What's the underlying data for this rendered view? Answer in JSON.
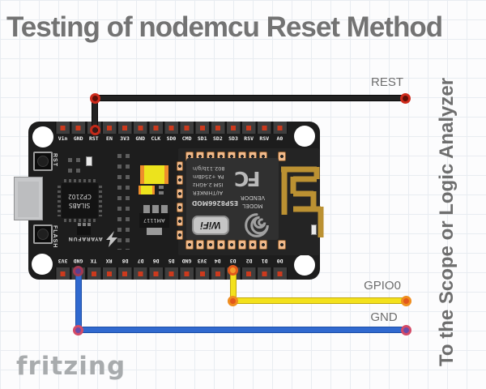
{
  "title": "Testing of nodemcu Reset Method",
  "side_note": "To the Scope or Logic Analyzer",
  "watermark": "fritzing",
  "colors": {
    "wire_black": "#222222",
    "wire_yellow": "#f3e11c",
    "wire_blue": "#3069cf",
    "pin_red": "#cd3a1d",
    "pad_copper": "#efb98b",
    "antenna_gold": "#bb9132",
    "title_gray": "#737373"
  },
  "wires": [
    {
      "name": "rest",
      "label": "REST",
      "connects": "RST",
      "color": "black"
    },
    {
      "name": "gpio0",
      "label": "GPIO0",
      "connects": "D3",
      "color": "yellow"
    },
    {
      "name": "gnd",
      "label": "GND",
      "connects": "GND",
      "color": "blue"
    }
  ],
  "board": {
    "top_pins": [
      "Vin",
      "GND",
      "RST",
      "EN",
      "3V3",
      "GND",
      "CLK",
      "SD0",
      "CMD",
      "SD1",
      "SD2",
      "SD3",
      "RSV",
      "RSV",
      "A0"
    ],
    "bottom_pins": [
      "3V3",
      "GND",
      "TX",
      "RX",
      "D8",
      "D7",
      "D6",
      "D5",
      "GND",
      "3V3",
      "D4",
      "D3",
      "D2",
      "D1",
      "D0"
    ],
    "reset_button_label": "RST",
    "flash_button_label": "FLASH",
    "usb_bridge": {
      "part": "CP2102",
      "brand": "SILABS"
    },
    "regulator": "AM1117",
    "silkscreen": "AYARAFUN",
    "module": {
      "fcc_mark": "FC",
      "specs": [
        "802.11b/g/n",
        "PA +25dBm",
        "ISM 2.4GHz",
        "AI/THINKER",
        "ESP8266MOD"
      ],
      "vendor_label": "VENDOR",
      "model_label": "MODEL",
      "wifi_badge": "WiFi"
    }
  }
}
